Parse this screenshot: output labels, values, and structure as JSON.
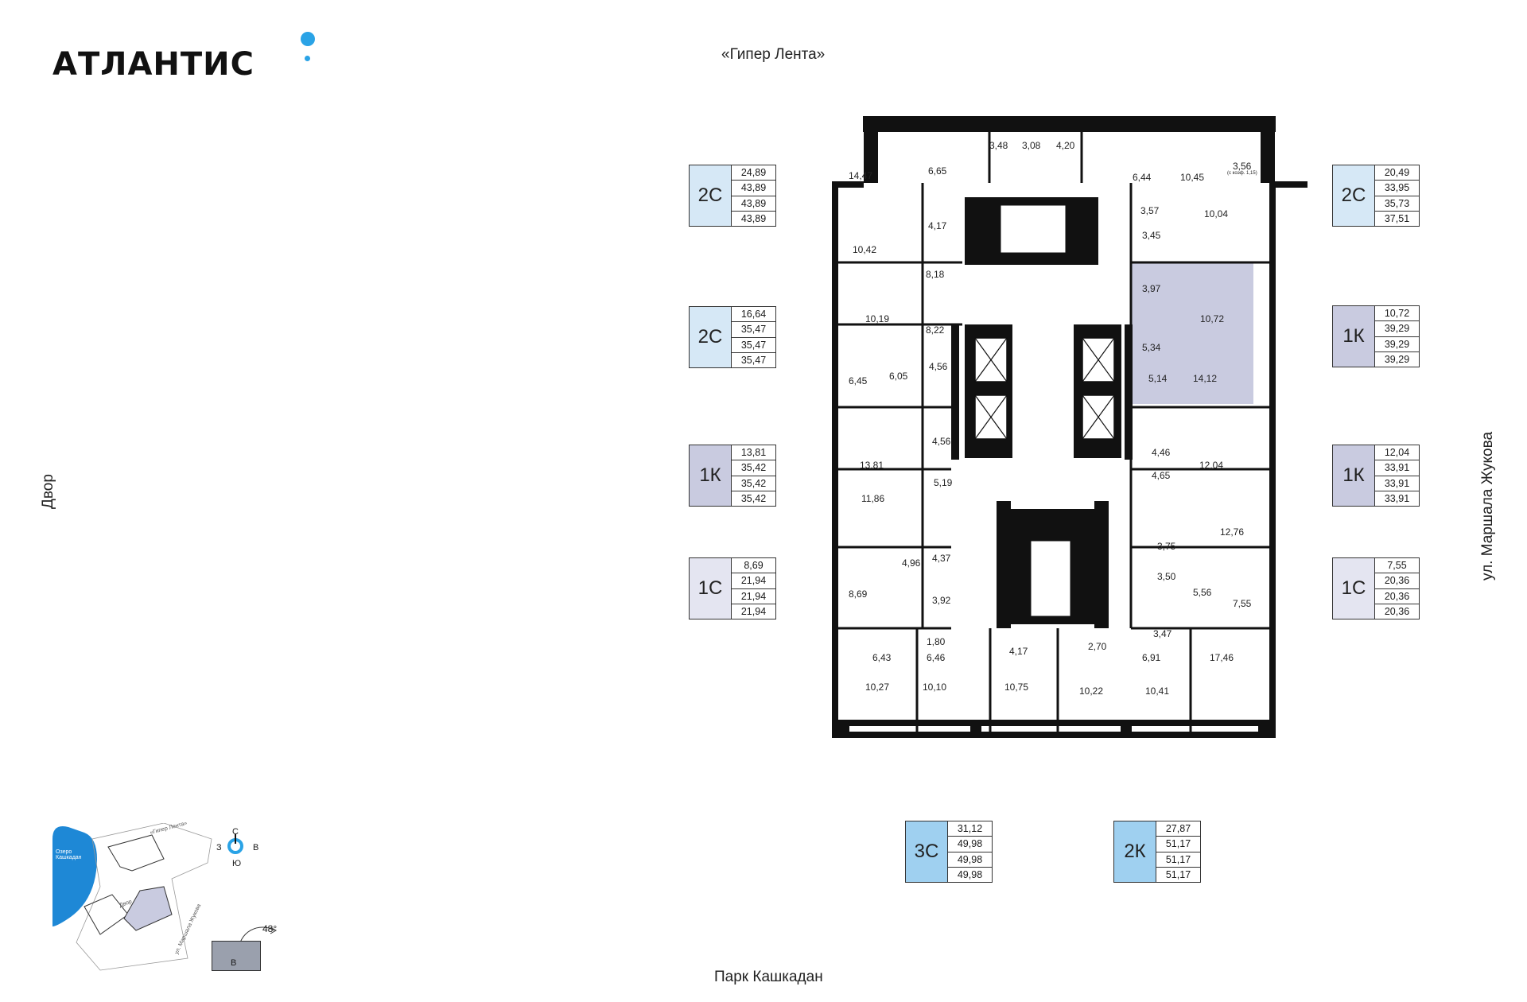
{
  "brand": {
    "logo_text": "АТЛАНТИС",
    "accent": "#2aa3e6"
  },
  "labels": {
    "north": "«Гипер Лента»",
    "south": "Парк Кашкадан",
    "west": "Двор",
    "east": "ул. Маршала Жукова"
  },
  "colors": {
    "blue_light": "#d6e8f6",
    "blue_mid": "#9fd0f0",
    "lilac": "#c9cbe0",
    "lilac_light": "#e4e5f1",
    "wall": "#111111"
  },
  "cards": [
    {
      "type": "2С",
      "values": [
        "24,89",
        "43,89",
        "43,89",
        "43,89"
      ],
      "color": "#d6e8f6"
    },
    {
      "type": "2С",
      "values": [
        "16,64",
        "35,47",
        "35,47",
        "35,47"
      ],
      "color": "#d6e8f6"
    },
    {
      "type": "1К",
      "values": [
        "13,81",
        "35,42",
        "35,42",
        "35,42"
      ],
      "color": "#c9cbe0"
    },
    {
      "type": "1С",
      "values": [
        "8,69",
        "21,94",
        "21,94",
        "21,94"
      ],
      "color": "#e4e5f1"
    },
    {
      "type": "2С",
      "values": [
        "20,49",
        "33,95",
        "35,73",
        "37,51"
      ],
      "color": "#d6e8f6"
    },
    {
      "type": "1К",
      "values": [
        "10,72",
        "39,29",
        "39,29",
        "39,29"
      ],
      "color": "#c9cbe0"
    },
    {
      "type": "1К",
      "values": [
        "12,04",
        "33,91",
        "33,91",
        "33,91"
      ],
      "color": "#c9cbe0"
    },
    {
      "type": "1С",
      "values": [
        "7,55",
        "20,36",
        "20,36",
        "20,36"
      ],
      "color": "#e4e5f1"
    },
    {
      "type": "3С",
      "values": [
        "31,12",
        "49,98",
        "49,98",
        "49,98"
      ],
      "color": "#9fd0f0"
    },
    {
      "type": "2К",
      "values": [
        "27,87",
        "51,17",
        "51,17",
        "51,17"
      ],
      "color": "#9fd0f0"
    }
  ],
  "rooms": [
    "14,47",
    "6,65",
    "3,48",
    "3,08",
    "4,20",
    "6,44",
    "10,45",
    "3,56",
    "10,42",
    "4,17",
    "8,18",
    "3,57",
    "10,04",
    "3,45",
    "10,19",
    "8,22",
    "3,97",
    "10,72",
    "6,45",
    "6,05",
    "4,56",
    "5,34",
    "5,14",
    "14,12",
    "4,56",
    "13,81",
    "4,46",
    "12,04",
    "5,19",
    "4,65",
    "11,86",
    "12,76",
    "3,75",
    "4,96",
    "4,37",
    "8,69",
    "3,92",
    "3,50",
    "5,56",
    "7,55",
    "3,47",
    "1,80",
    "6,43",
    "6,46",
    "4,17",
    "2,70",
    "6,91",
    "17,46",
    "10,27",
    "10,10",
    "10,75",
    "10,22",
    "10,41"
  ],
  "room_note": "(с коэф. 1,15)",
  "minimap": {
    "lake": "Озеро Кашкадан",
    "north": "«Гипер Лента»",
    "yard": "Двор",
    "street": "ул. Маршала Жукова",
    "compass": {
      "n": "С",
      "s": "Ю",
      "w": "З",
      "e": "В"
    },
    "angle": "48°",
    "section": "В"
  }
}
